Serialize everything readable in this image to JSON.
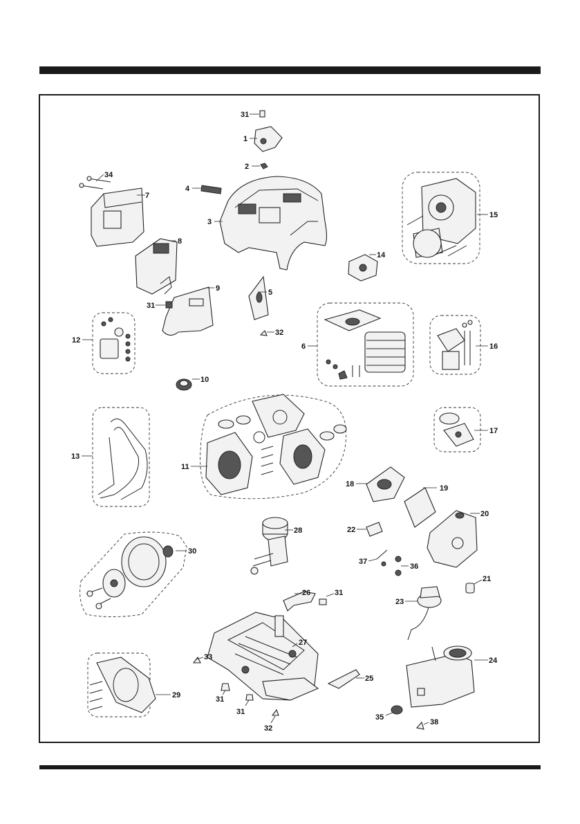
{
  "colors": {
    "ink": "#1a1a1a",
    "paper": "#ffffff"
  },
  "callouts": [
    {
      "id": "c31a",
      "text": "31"
    },
    {
      "id": "c1",
      "text": "1"
    },
    {
      "id": "c2",
      "text": "2"
    },
    {
      "id": "c34",
      "text": "34"
    },
    {
      "id": "c7",
      "text": "7"
    },
    {
      "id": "c4",
      "text": "4"
    },
    {
      "id": "c3",
      "text": "3"
    },
    {
      "id": "c15",
      "text": "15"
    },
    {
      "id": "c8a",
      "text": "8"
    },
    {
      "id": "c14",
      "text": "14"
    },
    {
      "id": "c9",
      "text": "9"
    },
    {
      "id": "c5",
      "text": "5"
    },
    {
      "id": "c31b",
      "text": "31"
    },
    {
      "id": "c32a",
      "text": "32"
    },
    {
      "id": "c12",
      "text": "12"
    },
    {
      "id": "c6",
      "text": "6"
    },
    {
      "id": "c16",
      "text": "16"
    },
    {
      "id": "c10",
      "text": "10"
    },
    {
      "id": "c13",
      "text": "13"
    },
    {
      "id": "c11",
      "text": "11"
    },
    {
      "id": "c17",
      "text": "17"
    },
    {
      "id": "c18",
      "text": "18"
    },
    {
      "id": "c19",
      "text": "19"
    },
    {
      "id": "c20",
      "text": "20"
    },
    {
      "id": "c22",
      "text": "22"
    },
    {
      "id": "c28",
      "text": "28"
    },
    {
      "id": "c30",
      "text": "30"
    },
    {
      "id": "c37",
      "text": "37"
    },
    {
      "id": "c36",
      "text": "36"
    },
    {
      "id": "c21",
      "text": "21"
    },
    {
      "id": "c26",
      "text": "26"
    },
    {
      "id": "c31c",
      "text": "31"
    },
    {
      "id": "c23",
      "text": "23"
    },
    {
      "id": "c27",
      "text": "27"
    },
    {
      "id": "c33",
      "text": "33"
    },
    {
      "id": "c24",
      "text": "24"
    },
    {
      "id": "c25",
      "text": "25"
    },
    {
      "id": "c29",
      "text": "29"
    },
    {
      "id": "c31d",
      "text": "31"
    },
    {
      "id": "c31e",
      "text": "31"
    },
    {
      "id": "c35",
      "text": "35"
    },
    {
      "id": "c38",
      "text": "38"
    },
    {
      "id": "c32b",
      "text": "32"
    }
  ]
}
